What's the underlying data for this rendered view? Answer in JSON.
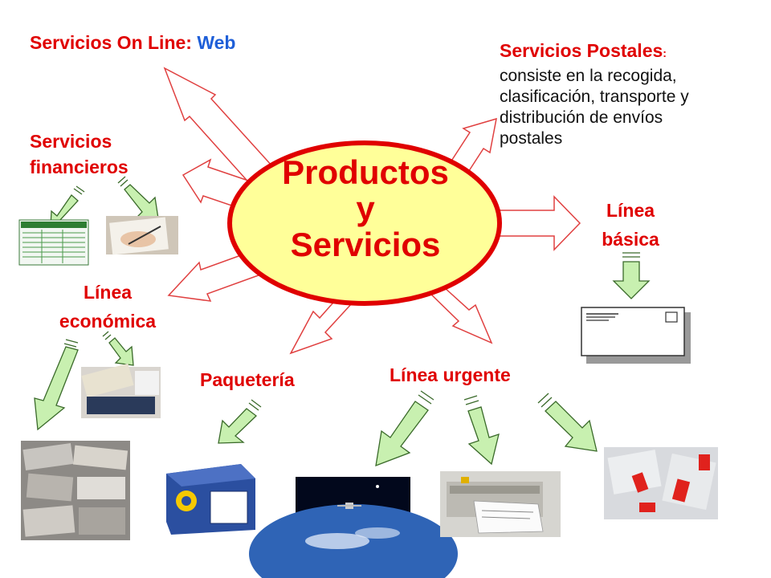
{
  "center": {
    "line1": "Productos",
    "line2": "y",
    "line3": "Servicios"
  },
  "labels": {
    "online_prefix": "Servicios On Line: ",
    "online_suffix": "Web",
    "postales_title": "Servicios Postales",
    "postales_colon": ":",
    "postales_desc_1": "consiste en la recogida,",
    "postales_desc_2": "clasificación, transporte y",
    "postales_desc_3": "distribución de envíos",
    "postales_desc_4": "postales",
    "financieros_1": "Servicios",
    "financieros_2": "financieros",
    "basica_1": "Línea",
    "basica_2": "básica",
    "economica_1": "Línea",
    "economica_2": "económica",
    "paqueteria": "Paquetería",
    "urgente": "Línea urgente"
  },
  "colors": {
    "label_red": "#e00000",
    "web_blue": "#1f5fd8",
    "oval_fill": "#ffff99",
    "oval_stroke": "#e00000",
    "arrow_red_outline": "#e04040",
    "arrow_green_fill": "#c8f0b0",
    "arrow_green_stroke": "#3a6a2a"
  }
}
